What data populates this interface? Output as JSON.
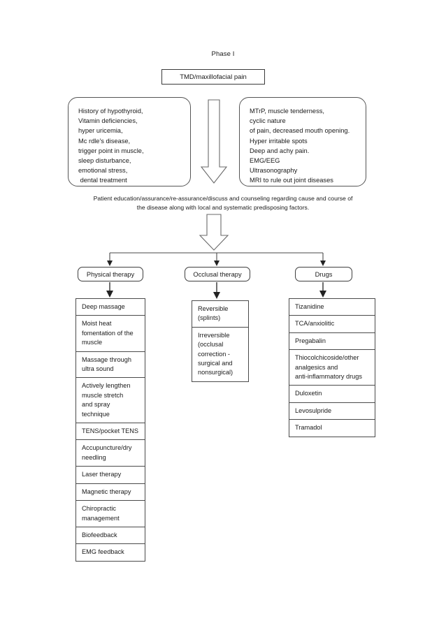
{
  "phase": {
    "label": "Phase I"
  },
  "root": {
    "label": "TMD/maxillofacial pain"
  },
  "history_panel": {
    "name": "history-risk-factors",
    "lines": [
      "History of hypothyroid,",
      "Vitamin deficiencies,",
      "hyper uricemia,",
      "Mc rdle's disease,",
      "trigger point in muscle,",
      "sleep disturbance,",
      "emotional stress,",
      " dental treatment"
    ]
  },
  "findings_panel": {
    "name": "clinical-findings-investigations",
    "lines": [
      "MTrP, muscle tenderness,",
      "cyclic nature",
      "of pain, decreased mouth opening.",
      "Hyper irritable spots",
      "Deep and achy pain.",
      "EMG/EEG",
      "Ultrasonography",
      "MRI to rule out joint diseases"
    ]
  },
  "education": {
    "line1": "Patient education/assurance/re-assurance/discuss and counseling regarding cause and course of",
    "line2": "the disease along with local and systematic predisposing factors."
  },
  "branches": [
    {
      "id": "physical",
      "label": "Physical therapy"
    },
    {
      "id": "occlusal",
      "label": "Occlusal therapy"
    },
    {
      "id": "drugs",
      "label": "Drugs"
    }
  ],
  "physical_therapy_items": [
    "Deep massage",
    "Moist heat\nfomentation of the\nmuscle",
    "Massage through\nultra sound",
    "Actively lengthen\nmuscle stretch\nand spray\ntechnique",
    "TENS/pocket TENS",
    "Accupuncture/dry\nneedling",
    "Laser therapy",
    "Magnetic therapy",
    "Chiropractic\nmanagement",
    "Biofeedback",
    "EMG feedback"
  ],
  "occlusal_therapy_items": [
    "Reversible\n(splints)",
    "Irreversible\n(occlusal\ncorrection -\nsurgical and\nnonsurgical)"
  ],
  "drug_items": [
    "Tizanidine",
    "TCA/anxiolitic",
    "Pregabalin",
    "Thiocolchicoside/other\nanalgesics and\nanti-inflammatory drugs",
    "Duloxetin",
    "Levosulpride",
    "Tramadol"
  ],
  "colors": {
    "stroke": "#4a4a4a",
    "text": "#1a1a1a",
    "background": "#ffffff"
  }
}
